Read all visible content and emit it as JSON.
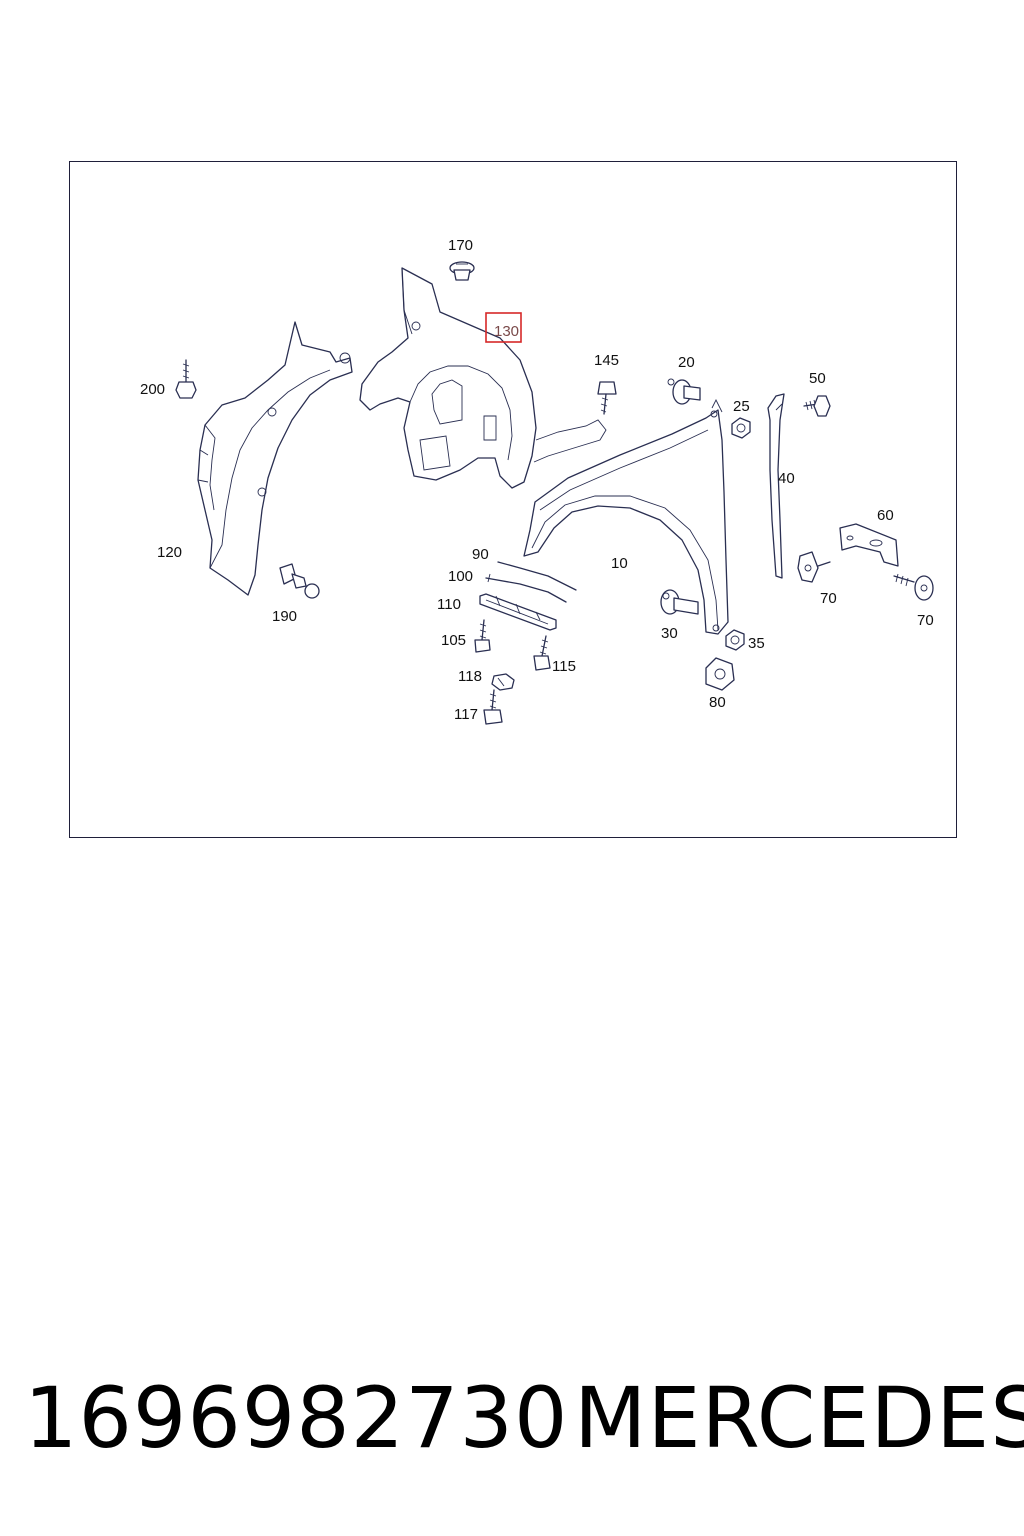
{
  "diagram": {
    "callouts": [
      {
        "id": "170",
        "label": "170"
      },
      {
        "id": "130",
        "label": "130",
        "highlighted": true
      },
      {
        "id": "145",
        "label": "145"
      },
      {
        "id": "20",
        "label": "20"
      },
      {
        "id": "25",
        "label": "25"
      },
      {
        "id": "50",
        "label": "50"
      },
      {
        "id": "200",
        "label": "200"
      },
      {
        "id": "40",
        "label": "40"
      },
      {
        "id": "60",
        "label": "60"
      },
      {
        "id": "120",
        "label": "120"
      },
      {
        "id": "90",
        "label": "90"
      },
      {
        "id": "10",
        "label": "10"
      },
      {
        "id": "100",
        "label": "100"
      },
      {
        "id": "110",
        "label": "110"
      },
      {
        "id": "190",
        "label": "190"
      },
      {
        "id": "70a",
        "label": "70"
      },
      {
        "id": "70b",
        "label": "70"
      },
      {
        "id": "30",
        "label": "30"
      },
      {
        "id": "35",
        "label": "35"
      },
      {
        "id": "105",
        "label": "105"
      },
      {
        "id": "115",
        "label": "115"
      },
      {
        "id": "118",
        "label": "118"
      },
      {
        "id": "80",
        "label": "80"
      },
      {
        "id": "117",
        "label": "117"
      }
    ],
    "highlight_color": "#d62828"
  },
  "footer": {
    "part_number": "1696982730",
    "brand": "MERCEDES"
  }
}
